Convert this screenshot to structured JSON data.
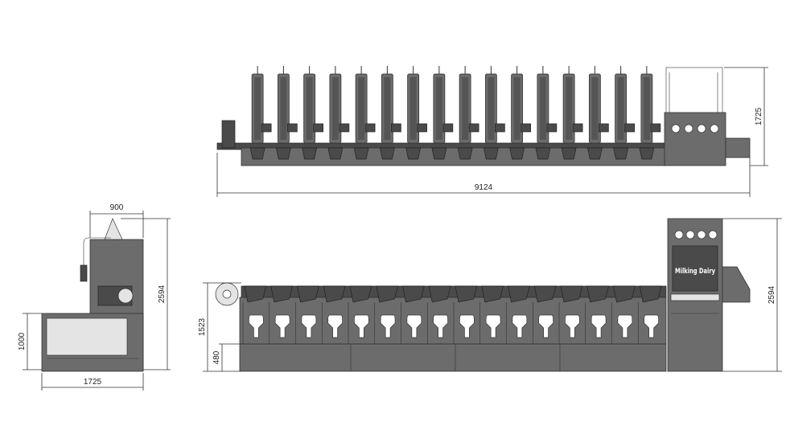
{
  "drawing": {
    "top_view": {
      "length_label": "9124",
      "height_label": "1725",
      "stall_count": 16
    },
    "side_view": {
      "width_label": "900",
      "depth_label": "1725",
      "height_label": "2594",
      "platform_label": "1000"
    },
    "front_view": {
      "height_label": "2594",
      "rail_label": "1523",
      "floor_label": "480",
      "stall_count": 16,
      "logo": "Milking Dairy"
    }
  }
}
